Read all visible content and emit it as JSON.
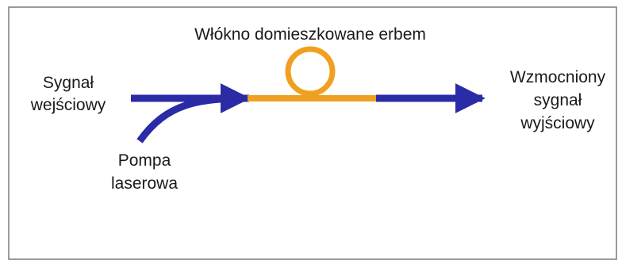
{
  "diagram": {
    "colors": {
      "signal": "#2b2ba6",
      "fiber": "#f0a020",
      "frame": "#7a7a7a",
      "text": "#1a1a1a"
    },
    "labels": {
      "fiber_title": "Włókno domieszkowane erbem",
      "input_line1": "Sygnał",
      "input_line2": "wejściowy",
      "pump_line1": "Pompa",
      "pump_line2": "laserowa",
      "output_line1": "Wzmocniony",
      "output_line2": "sygnał",
      "output_line3": "wyjściowy"
    }
  }
}
